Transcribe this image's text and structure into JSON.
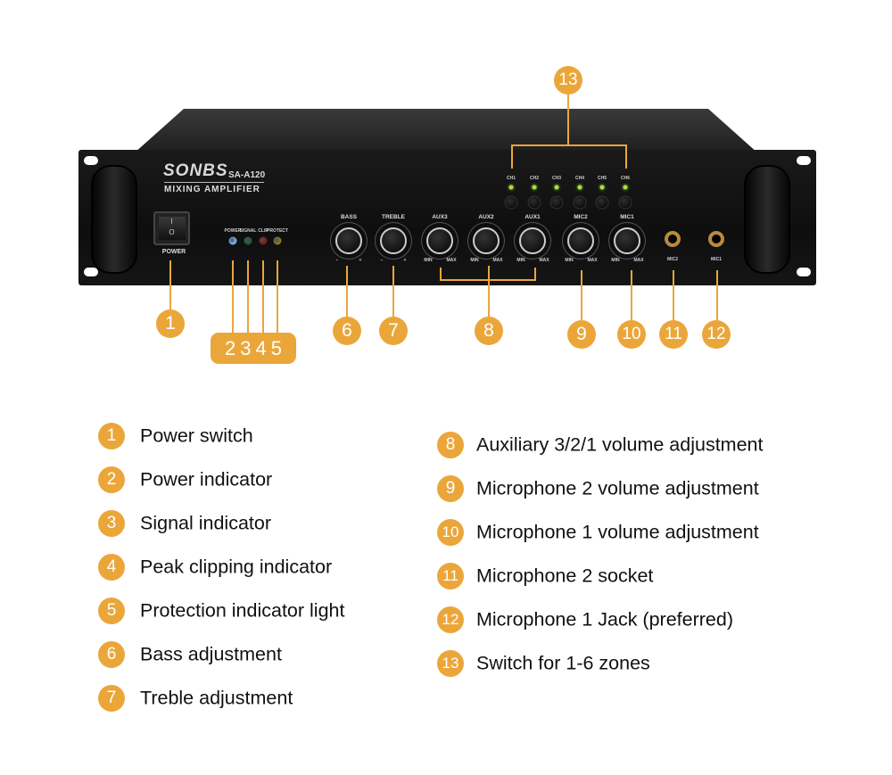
{
  "device": {
    "brand": "SONBS",
    "model": "SA-A120",
    "subtitle": "MIXING AMPLIFIER",
    "power_label": "POWER",
    "indicators": [
      {
        "label": "POWER",
        "color": "#6fb6ff"
      },
      {
        "label": "SIGNAL",
        "color": "#1f5a35"
      },
      {
        "label": "CLIP",
        "color": "#8a1515"
      },
      {
        "label": "PROTECT",
        "color": "#8a7a20"
      }
    ],
    "knobs": [
      {
        "label": "BASS",
        "min": "−",
        "max": "+"
      },
      {
        "label": "TREBLE",
        "min": "−",
        "max": "+"
      },
      {
        "label": "AUX3",
        "min": "MIN",
        "max": "MAX"
      },
      {
        "label": "AUX2",
        "min": "MIN",
        "max": "MAX"
      },
      {
        "label": "AUX1",
        "min": "MIN",
        "max": "MAX"
      },
      {
        "label": "MIC2",
        "min": "MIN",
        "max": "MAX"
      },
      {
        "label": "MIC1",
        "min": "MIN",
        "max": "MAX"
      }
    ],
    "channels": [
      "CH1",
      "CH2",
      "CH3",
      "CH4",
      "CH5",
      "CH6"
    ],
    "jacks": [
      "MIC2",
      "MIC1"
    ]
  },
  "callouts": {
    "n1": "1",
    "group": [
      "2",
      "3",
      "4",
      "5"
    ],
    "n6": "6",
    "n7": "7",
    "n8": "8",
    "n9": "9",
    "n10": "10",
    "n11": "11",
    "n12": "12",
    "n13": "13"
  },
  "legend_left": [
    {
      "n": "1",
      "text": "Power switch"
    },
    {
      "n": "2",
      "text": "Power indicator"
    },
    {
      "n": "3",
      "text": "Signal indicator"
    },
    {
      "n": "4",
      "text": "Peak clipping indicator"
    },
    {
      "n": "5",
      "text": "Protection indicator light"
    },
    {
      "n": "6",
      "text": "Bass adjustment"
    },
    {
      "n": "7",
      "text": "Treble adjustment"
    }
  ],
  "legend_right": [
    {
      "n": "8",
      "text": "Auxiliary 3/2/1 volume adjustment"
    },
    {
      "n": "9",
      "text": "Microphone 2 volume adjustment"
    },
    {
      "n": "10",
      "text": "Microphone 1 volume adjustment"
    },
    {
      "n": "11",
      "text": "Microphone 2 socket"
    },
    {
      "n": "12",
      "text": "Microphone 1 Jack (preferred)"
    },
    {
      "n": "13",
      "text": "Switch for 1-6 zones"
    }
  ],
  "colors": {
    "accent": "#eba63a",
    "channel_led": "#a8e03a"
  }
}
